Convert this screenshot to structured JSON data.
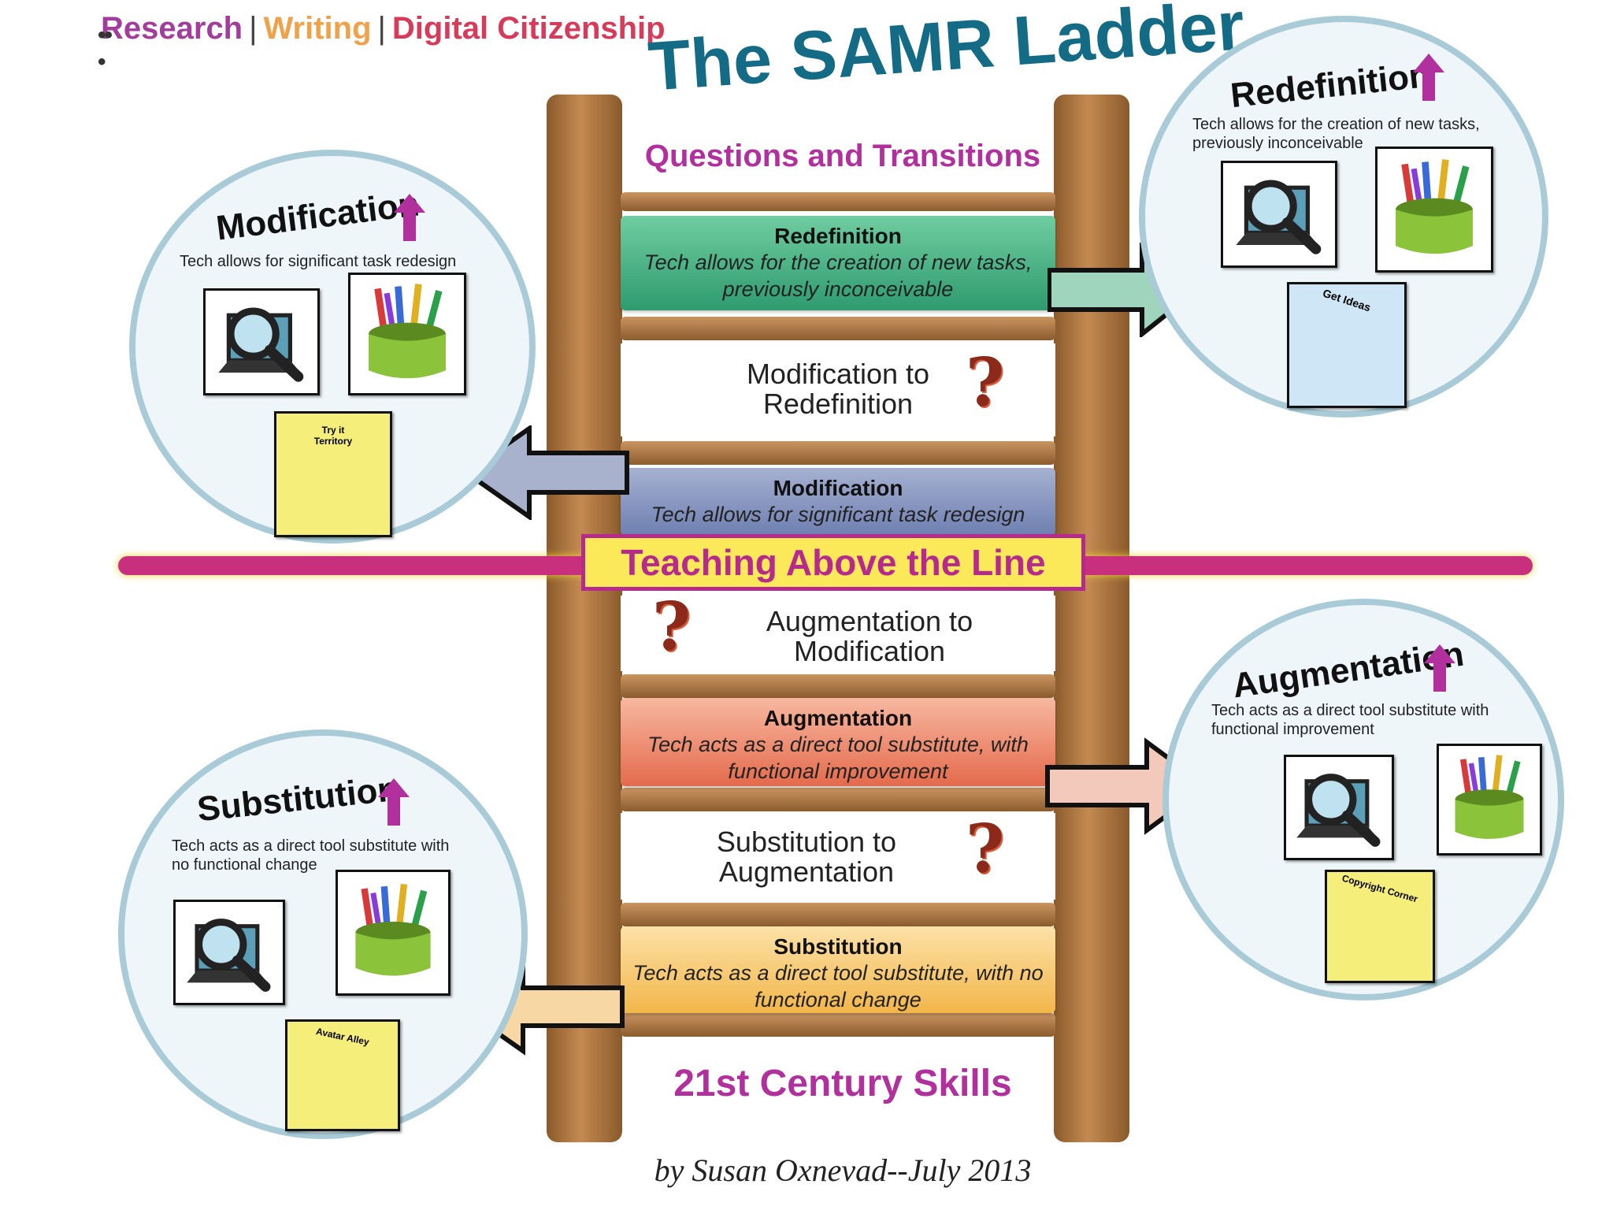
{
  "nav": {
    "research": "Research",
    "separator": "|",
    "writing": "Writing",
    "digital": "Digital Citizenship"
  },
  "title": "The SAMR Ladder",
  "subtitle": "Questions and Transitions",
  "footer": "21st Century Skills",
  "credit": "by Susan Oxnevad--July 2013",
  "teaching_line": "Teaching Above the Line",
  "steps": {
    "redefinition": {
      "title": "Redefinition",
      "desc1": "Tech allows for the creation of new tasks,",
      "desc2": "previously inconceivable",
      "color": "#2e9b6e"
    },
    "modification": {
      "title": "Modification",
      "desc1": "Tech allows for significant task redesign",
      "color": "#7f8db8"
    },
    "augmentation": {
      "title": "Augmentation",
      "desc1": "Tech acts as a direct tool substitute, with",
      "desc2": "functional improvement",
      "color": "#e46a4c"
    },
    "substitution": {
      "title": "Substitution",
      "desc1": "Tech acts as a direct tool substitute, with no",
      "desc2": "functional change",
      "color": "#f2b64a"
    }
  },
  "transitions": {
    "mod_to_redef": {
      "l1": "Modification to",
      "l2": "Redefinition"
    },
    "aug_to_mod": {
      "l1": "Augmentation to",
      "l2": "Modification"
    },
    "sub_to_aug": {
      "l1": "Substitution to",
      "l2": "Augmentation"
    },
    "question_mark": "?"
  },
  "circles": {
    "redefinition": {
      "title": "Redefinition",
      "desc1": "Tech allows for the creation of new tasks,",
      "desc2": "previously inconceivable",
      "tile_label": "Get Ideas"
    },
    "modification": {
      "title": "Modification",
      "desc1": "Tech allows for significant task redesign",
      "tile_label1": "Try it",
      "tile_label2": "Territory"
    },
    "augmentation": {
      "title": "Augmentation",
      "desc1": "Tech acts as a direct tool substitute with",
      "desc2": "functional improvement",
      "tile_label": "Copyright Corner"
    },
    "substitution": {
      "title": "Substitution",
      "desc1": "Tech acts as a direct tool substitute with",
      "desc2": "no functional change",
      "tile_label": "Avatar Alley"
    }
  },
  "colors": {
    "title": "#146b85",
    "accent": "#b2309e",
    "arrow": "#b2309e",
    "wood": "#a8713f"
  }
}
